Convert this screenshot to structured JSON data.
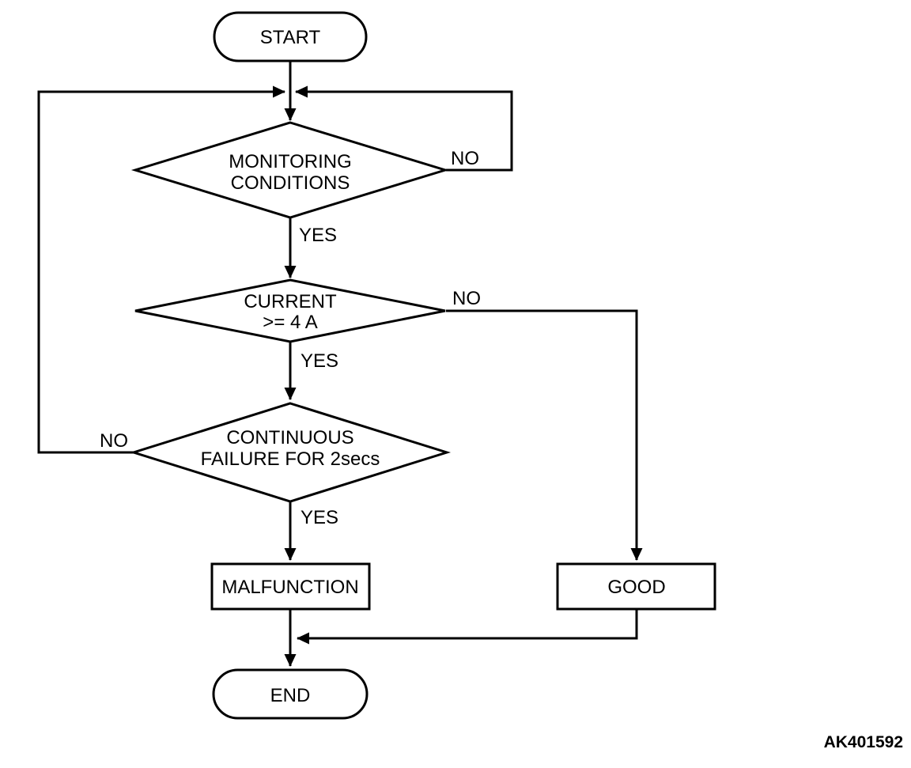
{
  "diagram": {
    "type": "flowchart",
    "background_color": "#ffffff",
    "line_color": "#000000",
    "text_color": "#000000",
    "figure_id": "AK401592",
    "nodes": {
      "start": {
        "type": "terminal",
        "label": "START"
      },
      "monitoring": {
        "type": "decision",
        "line1": "MONITORING",
        "line2": "CONDITIONS"
      },
      "current": {
        "type": "decision",
        "line1": "CURRENT",
        "line2": ">= 4 A"
      },
      "continuous": {
        "type": "decision",
        "line1": "CONTINUOUS",
        "line2": "FAILURE FOR 2secs"
      },
      "malfunction": {
        "type": "process",
        "label": "MALFUNCTION"
      },
      "good": {
        "type": "process",
        "label": "GOOD"
      },
      "end": {
        "type": "terminal",
        "label": "END"
      }
    },
    "edge_labels": {
      "monitoring_no": "NO",
      "monitoring_yes": "YES",
      "current_no": "NO",
      "current_yes": "YES",
      "continuous_no": "NO",
      "continuous_yes": "YES"
    },
    "flow": {
      "start_to": "monitoring",
      "monitoring_yes_to": "current",
      "monitoring_no_to": "loop back before monitoring",
      "current_yes_to": "continuous",
      "current_no_to": "good",
      "continuous_yes_to": "malfunction",
      "continuous_no_to": "loop back before monitoring",
      "malfunction_to": "end",
      "good_to": "end"
    }
  }
}
